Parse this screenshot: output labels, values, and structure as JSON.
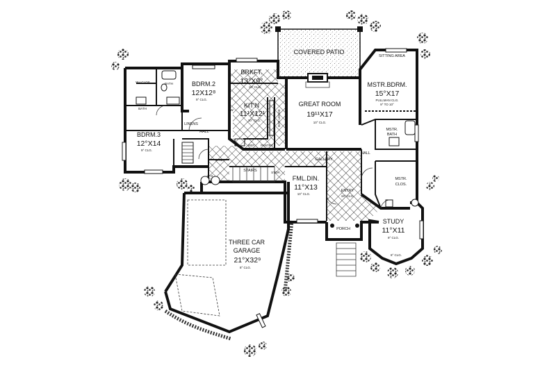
{
  "rooms": {
    "covered_patio": {
      "name": "COVERED PATIO"
    },
    "brkft": {
      "name": "BRKFT.",
      "dim": "13°X9°",
      "clg": "10° CLG."
    },
    "bdrm2": {
      "name": "BDRM.2",
      "dim": "12X12⁸",
      "clg": "9° CLG."
    },
    "kitn": {
      "name": "KIT'N",
      "dim": "11¹X12¹",
      "clg": "10° CLG."
    },
    "great_room": {
      "name": "GREAT ROOM",
      "dim": "19¹¹X17",
      "clg": "10° CLG."
    },
    "mstr_bdrm": {
      "name": "MSTR.BDRM.",
      "dim": "15°X17",
      "clg": "PULLMAN CLG.",
      "clg2": "9° TO 10°"
    },
    "sitting_area": {
      "name": "SITTING AREA"
    },
    "bdrm3": {
      "name": "BDRM.3",
      "dim": "12°X14",
      "clg": "9° CLG."
    },
    "fml_din": {
      "name": "FML.DIN.",
      "dim": "11°X13",
      "clg": "10° CLG."
    },
    "three_car_garage": {
      "name1": "THREE CAR",
      "name2": "GARAGE",
      "dim": "21°X32⁹",
      "clg": "8° CLG."
    },
    "study": {
      "name": "STUDY",
      "dim": "11°X11",
      "clg": "9° CLG."
    },
    "mstr_clos": {
      "name1": "MSTR.",
      "name2": "CLOS."
    },
    "mstr_bath": {
      "name1": "MSTR.",
      "name2": "BATH"
    }
  },
  "labels": {
    "hall_left": "HALL",
    "hall_right": "HALL",
    "linens": "LINENS",
    "gallery": "GALLERY",
    "entry": "ENTRY",
    "entry_clg": "18° CLG.",
    "porch": "PORCH",
    "stairs": "STAIRS",
    "stor": "STOR.",
    "util": "UTIL.",
    "pantry": "PANTRY",
    "ref": "REF.",
    "bar_ledge": "BAR LEDGE",
    "dw": "DW",
    "bath_a": "BATH",
    "bath_b": "BATH",
    "wi_clos": "W-I CLOS.",
    "study_clg_bay": "8° CLG.",
    "wd": "W D"
  }
}
